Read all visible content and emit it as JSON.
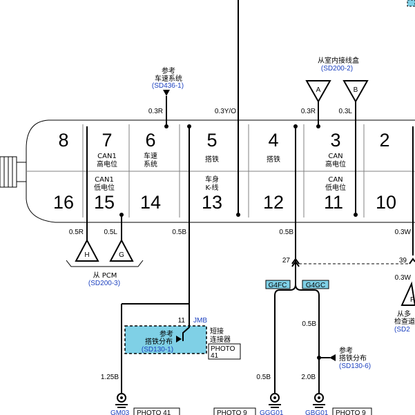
{
  "connector": {
    "top_pins": [
      "8",
      "7",
      "6",
      "5",
      "4",
      "3",
      "2"
    ],
    "bottom_pins": [
      "16",
      "15",
      "14",
      "13",
      "12",
      "11",
      "10"
    ],
    "top_labels": {
      "p7": [
        "CAN1",
        "高电位"
      ],
      "p6": [
        "车速",
        "系统"
      ],
      "p5": [
        "搭铁"
      ],
      "p4": [
        "搭铁"
      ],
      "p3": [
        "CAN",
        "高电位"
      ]
    },
    "bottom_labels": {
      "p15": [
        "CAN1",
        "低电位"
      ],
      "p13": [
        "车身",
        "K-线"
      ],
      "p11": [
        "CAN",
        "低电位"
      ]
    }
  },
  "refs": {
    "speed_ref_title": "参考",
    "speed_ref_line2": "车速系统",
    "speed_ref_code": "(SD436-1)",
    "jb_title": "从室内接线盒",
    "jb_code": "(SD200-2)",
    "pcm_title": "从 PCM",
    "pcm_code": "(SD200-3)",
    "ground_ref_title": "参考",
    "ground_ref_line2": "搭铁分布",
    "ground_ref_code": "(SD130-6)",
    "right_ref_line1": "从多",
    "right_ref_line2": "检查道",
    "right_ref_code": "(SD2"
  },
  "wires": {
    "w6": "0.3R",
    "w5": "0.3Y/O",
    "w3": "0.3R",
    "w11": "0.3L",
    "w16": "0.5R",
    "w15": "0.5L",
    "w14": "0.5B",
    "w12": "0.5B",
    "w10": "0.3W",
    "w10b": "0.3W",
    "w_gm03": "1.25B",
    "w_ggg01": "0.5B",
    "w_g4gc": "0.5B",
    "w_gbg01": "2.0B"
  },
  "connectors": {
    "a": "A",
    "b": "B",
    "g": "G",
    "h": "H",
    "f": "F",
    "c27": "27",
    "c39": "39",
    "g4fc": "G4FC",
    "g4gc": "G4GC"
  },
  "jmb": {
    "pin": "11",
    "name": "JMB",
    "box_title": "参考",
    "box_line2": "搭铁分布",
    "box_code": "(SD130-1)",
    "short_label1": "短接",
    "short_label2": "连接器",
    "photo_label1": "PHOTO",
    "photo_label2": "41"
  },
  "grounds": {
    "gm03": "GM03",
    "gm03_photo": "PHOTO 41",
    "photo9a": "PHOTO 9",
    "ggg01": "GGG01",
    "gbg01": "GBG01",
    "photo9b": "PHOTO 9"
  },
  "colors": {
    "ref_blue": "#1a3fbf",
    "highlight": "#7fd0e6"
  }
}
